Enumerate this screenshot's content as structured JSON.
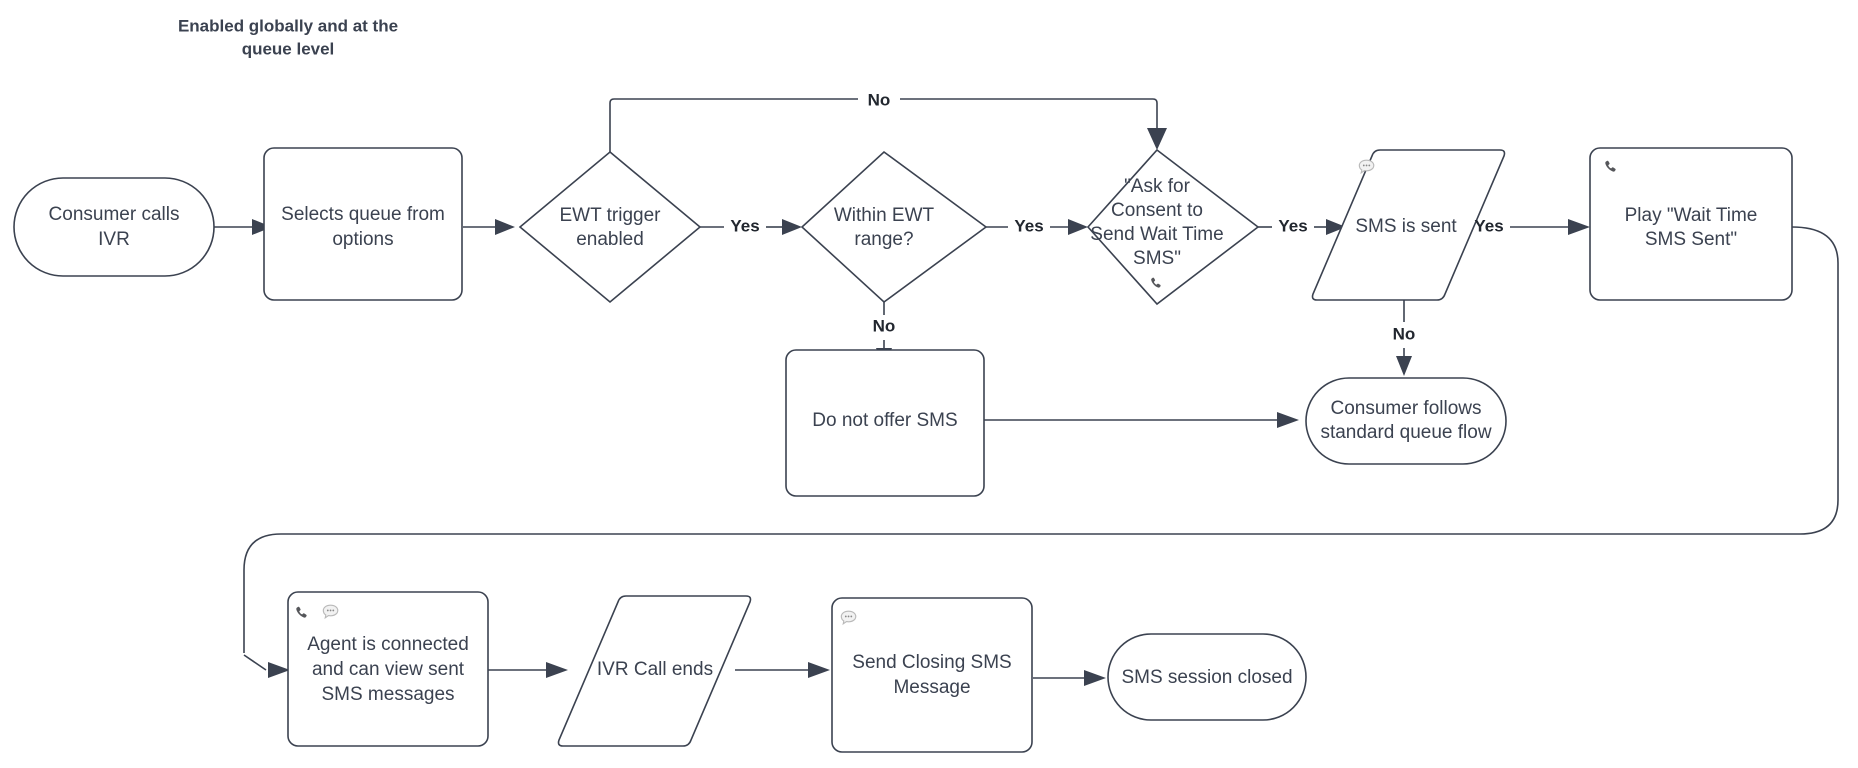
{
  "diagram": {
    "title": "Enabled globally and at the queue level",
    "title_line1": "Enabled globally and at the",
    "title_line2": "queue level",
    "background": "#ffffff",
    "stroke_color": "#3b4250",
    "text_color": "#3b4250",
    "label_color": "#22272f",
    "icon_color": "#55565a",
    "nodes": [
      {
        "id": "consumer-calls-ivr",
        "shape": "stadium",
        "lines": [
          "Consumer calls",
          "IVR"
        ],
        "icons": []
      },
      {
        "id": "selects-queue",
        "shape": "rounded-rect",
        "lines": [
          "Selects queue from",
          "options"
        ],
        "icons": []
      },
      {
        "id": "ewt-trigger-enabled",
        "shape": "diamond",
        "lines": [
          "EWT trigger",
          "enabled"
        ],
        "icons": []
      },
      {
        "id": "within-ewt-range",
        "shape": "diamond",
        "lines": [
          "Within EWT",
          "range?"
        ],
        "icons": []
      },
      {
        "id": "ask-for-consent",
        "shape": "diamond",
        "lines": [
          "\"Ask for",
          "Consent to",
          "Send Wait Time",
          "SMS\""
        ],
        "icons": [
          "phone-icon"
        ]
      },
      {
        "id": "sms-is-sent",
        "shape": "parallelogram",
        "lines": [
          "SMS is sent"
        ],
        "icons": [
          "message-bubble-icon"
        ]
      },
      {
        "id": "play-wait-time-sms-sent",
        "shape": "rounded-rect",
        "lines": [
          "Play \"Wait Time",
          "SMS Sent\""
        ],
        "icons": [
          "phone-icon"
        ]
      },
      {
        "id": "do-not-offer-sms",
        "shape": "rounded-rect",
        "lines": [
          "Do not offer SMS"
        ],
        "icons": []
      },
      {
        "id": "consumer-follows-standard-queue-flow",
        "shape": "stadium",
        "lines": [
          "Consumer follows",
          "standard queue flow"
        ],
        "icons": []
      },
      {
        "id": "agent-is-connected",
        "shape": "rounded-rect",
        "lines": [
          "Agent is connected",
          "and can view sent",
          "SMS messages"
        ],
        "icons": [
          "phone-icon",
          "message-bubble-icon"
        ]
      },
      {
        "id": "ivr-call-ends",
        "shape": "parallelogram",
        "lines": [
          "IVR Call ends"
        ],
        "icons": []
      },
      {
        "id": "send-closing-sms-message",
        "shape": "rounded-rect",
        "lines": [
          "Send Closing SMS",
          "Message"
        ],
        "icons": [
          "message-bubble-icon"
        ]
      },
      {
        "id": "sms-session-closed",
        "shape": "stadium",
        "lines": [
          "SMS session closed"
        ],
        "icons": []
      }
    ],
    "edges": [
      {
        "id": "e1",
        "from": "consumer-calls-ivr",
        "to": "selects-queue",
        "label": ""
      },
      {
        "id": "e2",
        "from": "selects-queue",
        "to": "ewt-trigger-enabled",
        "label": ""
      },
      {
        "id": "e3",
        "from": "ewt-trigger-enabled",
        "to": "within-ewt-range",
        "label": "Yes"
      },
      {
        "id": "e4",
        "from": "ewt-trigger-enabled",
        "to": "ask-for-consent",
        "label": "No"
      },
      {
        "id": "e5",
        "from": "within-ewt-range",
        "to": "ask-for-consent",
        "label": "Yes"
      },
      {
        "id": "e6",
        "from": "within-ewt-range",
        "to": "do-not-offer-sms",
        "label": "No"
      },
      {
        "id": "e7",
        "from": "ask-for-consent",
        "to": "sms-is-sent",
        "label": "Yes"
      },
      {
        "id": "e8",
        "from": "sms-is-sent",
        "to": "play-wait-time-sms-sent",
        "label": "Yes"
      },
      {
        "id": "e9",
        "from": "sms-is-sent",
        "to": "consumer-follows-standard-queue-flow",
        "label": "No"
      },
      {
        "id": "e10",
        "from": "do-not-offer-sms",
        "to": "consumer-follows-standard-queue-flow",
        "label": ""
      },
      {
        "id": "e11",
        "from": "play-wait-time-sms-sent",
        "to": "agent-is-connected",
        "label": ""
      },
      {
        "id": "e12",
        "from": "agent-is-connected",
        "to": "ivr-call-ends",
        "label": ""
      },
      {
        "id": "e13",
        "from": "ivr-call-ends",
        "to": "send-closing-sms-message",
        "label": ""
      },
      {
        "id": "e14",
        "from": "send-closing-sms-message",
        "to": "sms-session-closed",
        "label": ""
      }
    ],
    "edge_labels": {
      "yes": "Yes",
      "no": "No"
    }
  }
}
